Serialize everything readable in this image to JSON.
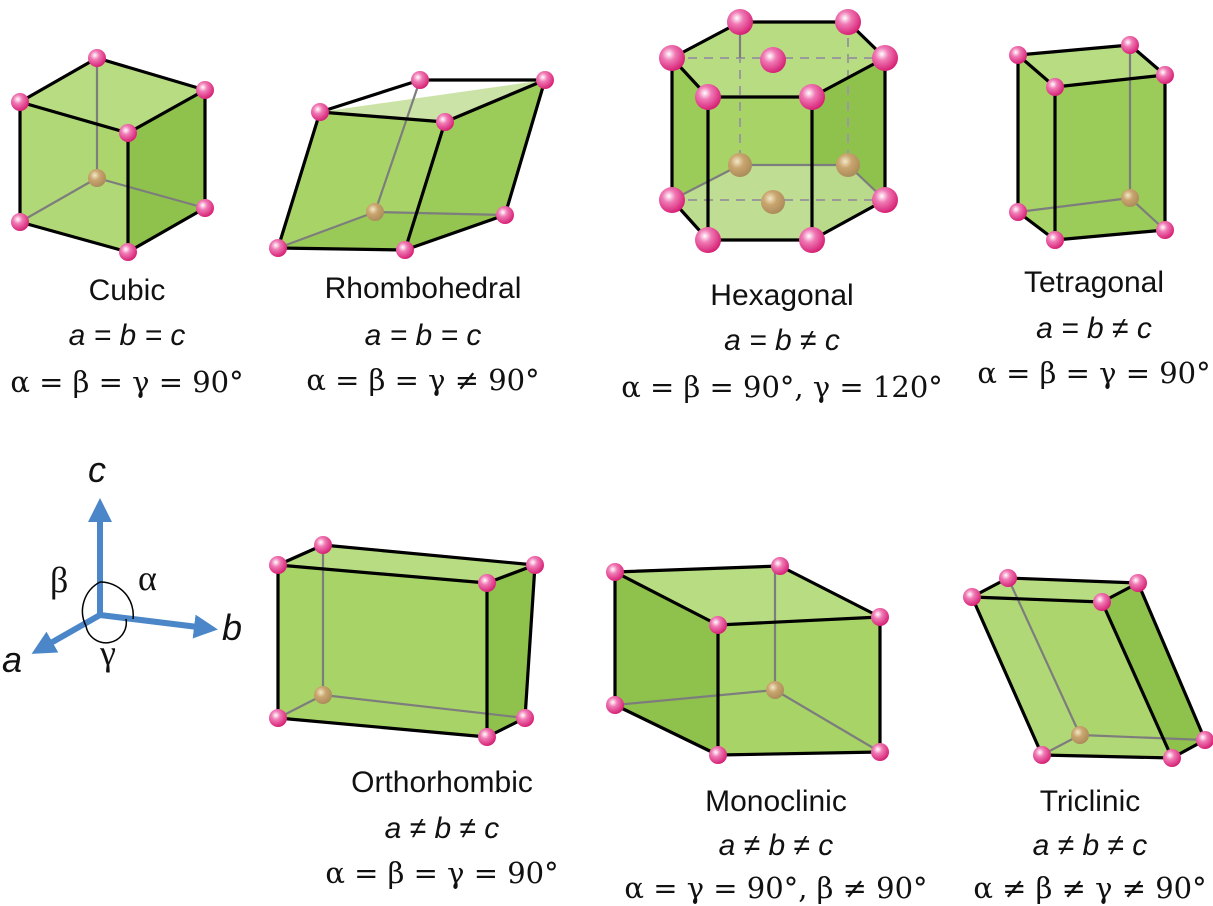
{
  "colors": {
    "cell_fill": "#a8d467",
    "cell_light": "#cbe3a6",
    "cell_dark": "#8fc24c",
    "atom": "#e8338f",
    "axis": "#4a86c8"
  },
  "cells": [
    {
      "name": "Cubic",
      "lengths": "a = b = c",
      "angles": "α = β = γ = 90°"
    },
    {
      "name": "Rhombohedral",
      "lengths": "a = b = c",
      "angles": "α = β = γ ≠ 90°"
    },
    {
      "name": "Hexagonal",
      "lengths": "a = b ≠ c",
      "angles": "α = β = 90°, γ = 120°"
    },
    {
      "name": "Tetragonal",
      "lengths": "a = b ≠ c",
      "angles": "α = β = γ = 90°"
    },
    {
      "name": "Orthorhombic",
      "lengths": "a ≠ b ≠ c",
      "angles": "α = β = γ = 90°"
    },
    {
      "name": "Monoclinic",
      "lengths": "a ≠ b ≠ c",
      "angles": "α = γ = 90°, β ≠ 90°"
    },
    {
      "name": "Triclinic",
      "lengths": "a ≠ b ≠ c",
      "angles": "α ≠ β ≠ γ ≠ 90°"
    }
  ],
  "axes": {
    "a": "a",
    "b": "b",
    "c": "c",
    "alpha": "α",
    "beta": "β",
    "gamma": "γ"
  }
}
